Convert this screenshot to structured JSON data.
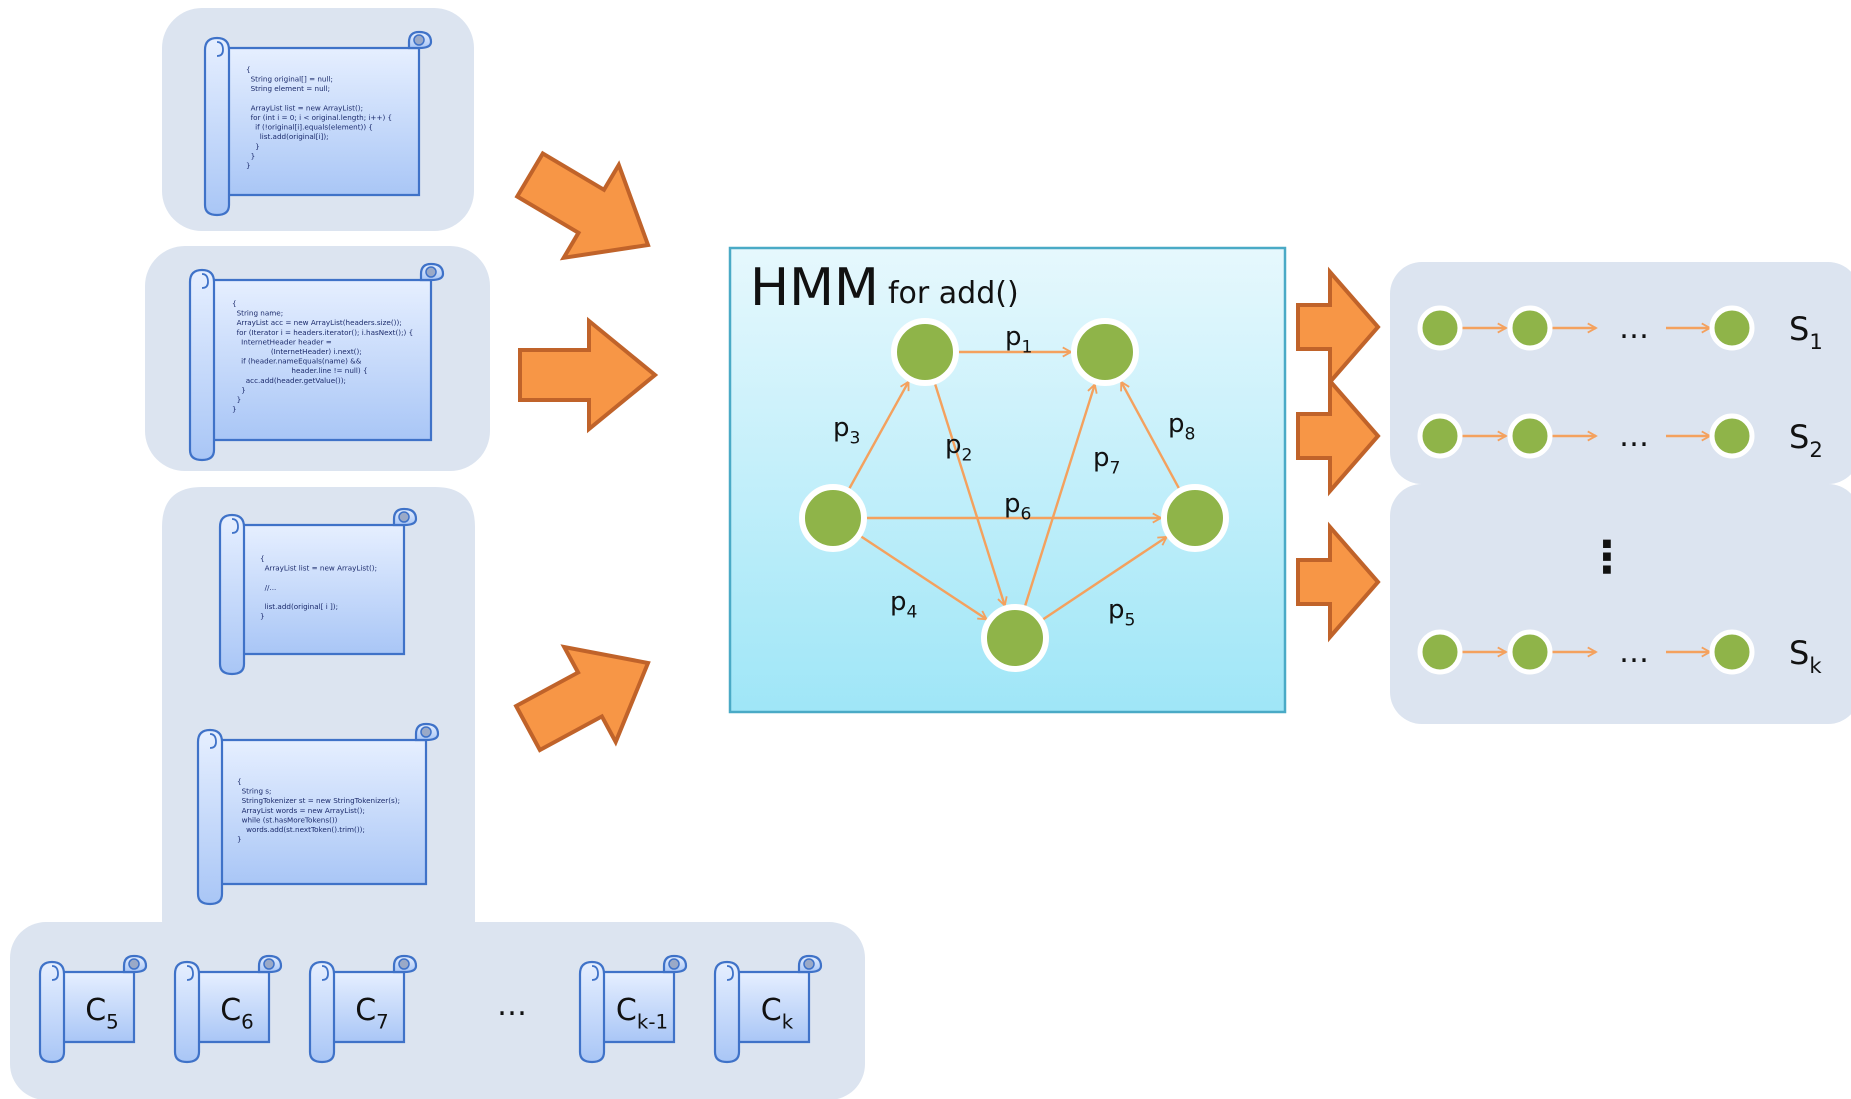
{
  "code_snippets": [
    {
      "lines": [
        "{",
        "  String original[] = null;",
        "  String element = null;",
        "",
        "  ArrayList list = new ArrayList();",
        "  for (int i = 0; i < original.length; i++) {",
        "    if (!original[i].equals(element)) {",
        "      list.add(original[i]);",
        "    }",
        "  }",
        "}"
      ]
    },
    {
      "lines": [
        "{",
        "  String name;",
        "  ArrayList acc = new ArrayList(headers.size());",
        "  for (Iterator i = headers.iterator(); i.hasNext();) {",
        "    InternetHeader header =",
        "                 (InternetHeader) i.next();",
        "    if (header.nameEquals(name) &&",
        "                          header.line != null) {",
        "      acc.add(header.getValue());",
        "    }",
        "  }",
        "}"
      ]
    },
    {
      "lines": [
        "{",
        "  ArrayList list = new ArrayList();",
        "",
        "  //...",
        "",
        "  list.add(original[ i ]);",
        "}"
      ]
    },
    {
      "lines": [
        "{",
        "  String s;",
        "  StringTokenizer st = new StringTokenizer(s);",
        "  ArrayList words = new ArrayList();",
        "  while (st.hasMoreTokens())",
        "    words.add(st.nextToken().trim());",
        "}"
      ]
    }
  ],
  "small_scrolls": [
    {
      "base": "C",
      "sub": "5"
    },
    {
      "base": "C",
      "sub": "6"
    },
    {
      "base": "C",
      "sub": "7"
    },
    {
      "base": "C",
      "sub": "k-1"
    },
    {
      "base": "C",
      "sub": "k"
    }
  ],
  "small_scrolls_ellipsis": "…",
  "hmm": {
    "title": "HMM",
    "subtitle": "for add()",
    "edges": [
      {
        "base": "p",
        "sub": "1"
      },
      {
        "base": "p",
        "sub": "2"
      },
      {
        "base": "p",
        "sub": "3"
      },
      {
        "base": "p",
        "sub": "4"
      },
      {
        "base": "p",
        "sub": "5"
      },
      {
        "base": "p",
        "sub": "6"
      },
      {
        "base": "p",
        "sub": "7"
      },
      {
        "base": "p",
        "sub": "8"
      }
    ]
  },
  "sequences": [
    {
      "base": "S",
      "sub": "1"
    },
    {
      "base": "S",
      "sub": "2"
    },
    {
      "base": "S",
      "sub": "k"
    }
  ],
  "sequence_ellipsis": "…",
  "vertical_ellipsis": "⋮",
  "colors": {
    "panel_bg": "#dce4f0",
    "scroll_fill_top": "#e6efff",
    "scroll_fill_bottom": "#a9c6f6",
    "scroll_stroke": "#3f72c8",
    "arrow_fill": "#f79646",
    "arrow_stroke": "#c0632a",
    "hmm_top": "#e6f8fd",
    "hmm_bottom": "#9fe6f7",
    "hmm_border": "#4aaac6",
    "node_fill": "#8fb449",
    "edge": "#f4a15e"
  }
}
